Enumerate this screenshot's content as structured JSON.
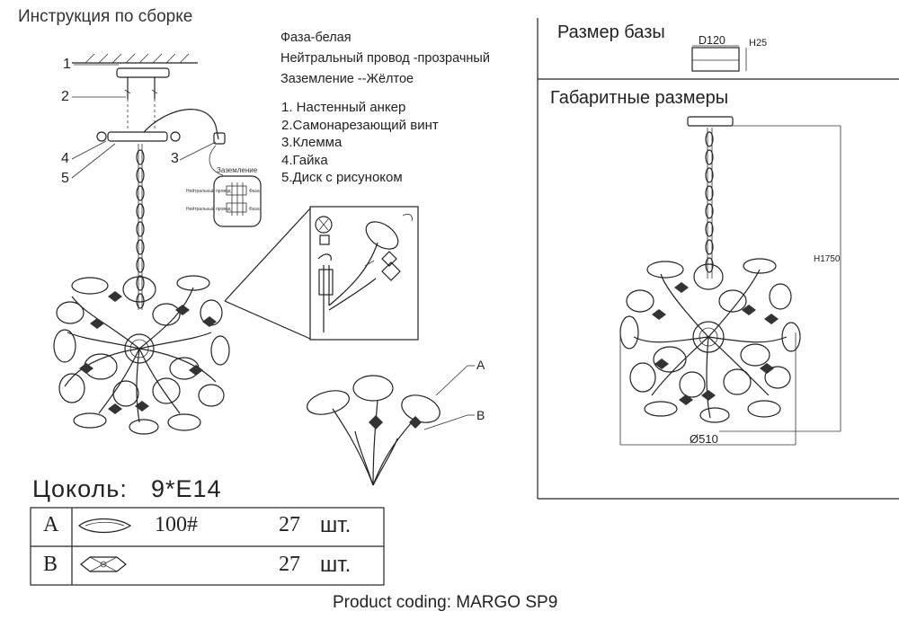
{
  "page_title": "Инструкция по сборке",
  "wiring": {
    "phase": "Фаза-белая",
    "neutral": "Нейтральный провод -прозрачный",
    "ground": "Заземление --Жёлтое"
  },
  "parts": [
    "1. Настенный анкер",
    "2.Самонарезающий винт",
    "3.Клемма",
    "4.Гайка",
    "5.Диск с рисуноком"
  ],
  "callouts": [
    "1",
    "2",
    "3",
    "4",
    "5"
  ],
  "grounding_box": {
    "title": "Заземление",
    "neutral_label": "Нейтральный провод",
    "phase_label": "Фаза"
  },
  "detail_labels": {
    "a": "A",
    "b": "B"
  },
  "base_size": {
    "title": "Размер базы",
    "diameter": "D120",
    "height": "H25"
  },
  "overall_size": {
    "title": "Габаритные размеры",
    "height": "H1750",
    "diameter": "Ø510"
  },
  "socket": {
    "label": "Цоколь:",
    "value": "9*E14"
  },
  "table": {
    "rows": [
      {
        "letter": "A",
        "code": "100#",
        "qty": "27",
        "unit": "шт.",
        "icon": "glass-petal-icon"
      },
      {
        "letter": "B",
        "code": "",
        "qty": "27",
        "unit": "шт.",
        "icon": "crystal-bead-icon"
      }
    ]
  },
  "footer": "Product coding: MARGO SP9"
}
